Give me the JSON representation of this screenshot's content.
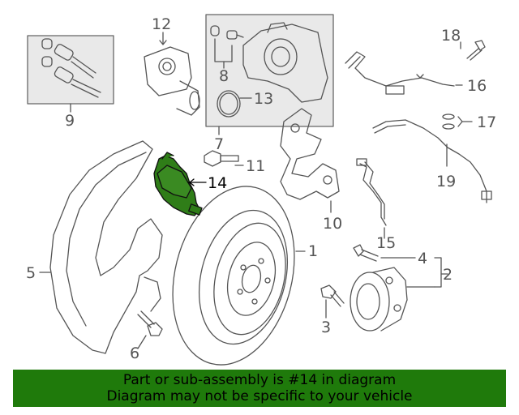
{
  "diagram": {
    "callouts": {
      "c1": "1",
      "c2": "2",
      "c3": "3",
      "c4": "4",
      "c5": "5",
      "c6": "6",
      "c7": "7",
      "c8": "8",
      "c9": "9",
      "c10": "10",
      "c11": "11",
      "c12": "12",
      "c13": "13",
      "c14": "14",
      "c15": "15",
      "c16": "16",
      "c17": "17",
      "c18": "18",
      "c19": "19"
    },
    "highlighted_part": "14",
    "colors": {
      "line": "#555555",
      "highlight_fill": "#2f7d18",
      "box_fill": "#e9e9e9"
    }
  },
  "banner": {
    "line1": "Part or sub-assembly is #14 in diagram",
    "line2": "Diagram may not be specific to your vehicle",
    "color": "#1f7a0b"
  }
}
